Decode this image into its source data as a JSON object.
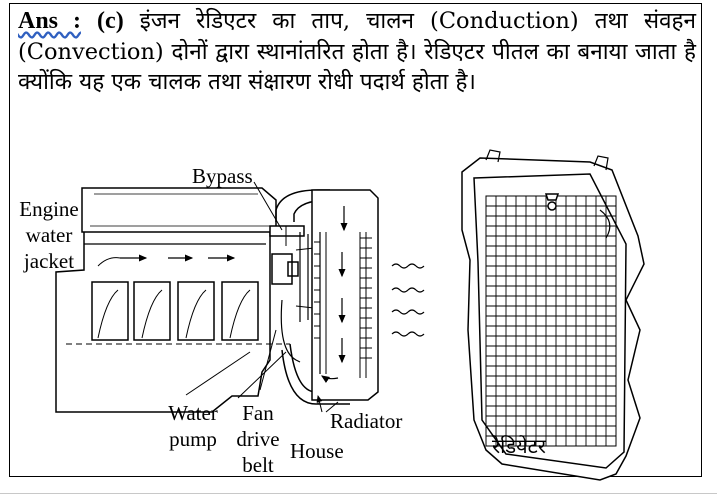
{
  "answer": {
    "label": "Ans :",
    "option": "(c)",
    "text": "इंजन रेडिएटर का ताप, चालन (Conduction) तथा संवहन (Convection) दोनों द्वारा स्थानांतरित होता है। रेडिएटर पीतल का बनाया जाता है क्योंकि यह एक चालक तथा संक्षारण रोधी पदार्थ होता है।"
  },
  "figure": {
    "labels": {
      "bypass": "Bypass",
      "engine": "Engine",
      "water": "water",
      "jacket": "jacket",
      "water2": "Water",
      "pump": "pump",
      "fan": "Fan",
      "drive": "drive",
      "belt": "belt",
      "house": "House",
      "radiator": "Radiator"
    },
    "caption": "रेडियेटर"
  }
}
